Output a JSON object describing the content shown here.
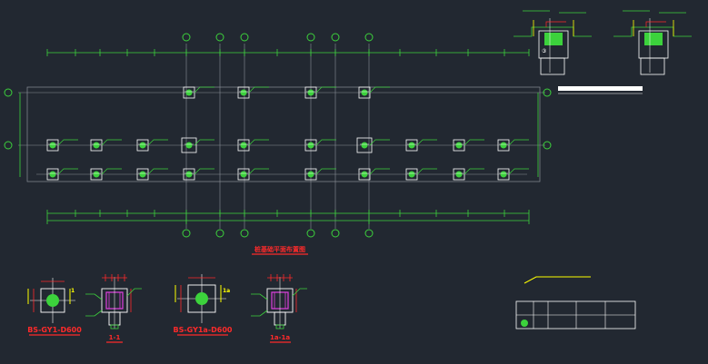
{
  "colors": {
    "background": "#222831",
    "grid": "#8a8f98",
    "dimension": "#3cd23c",
    "marker": "#ff2a2a",
    "column": "#ffffff",
    "leader": "#ffff00",
    "rebar": "#e040e0"
  },
  "labels": {
    "plan_title": "桩基础平面布置图",
    "detail_1_title": "BS-GY1-D600",
    "detail_1_tag": "1",
    "section_1_title": "1-1",
    "detail_2_title": "BS-GY1a-D600",
    "detail_2_tag": "1a",
    "section_2_title": "1a-1a",
    "top_detail_tag": "③"
  }
}
